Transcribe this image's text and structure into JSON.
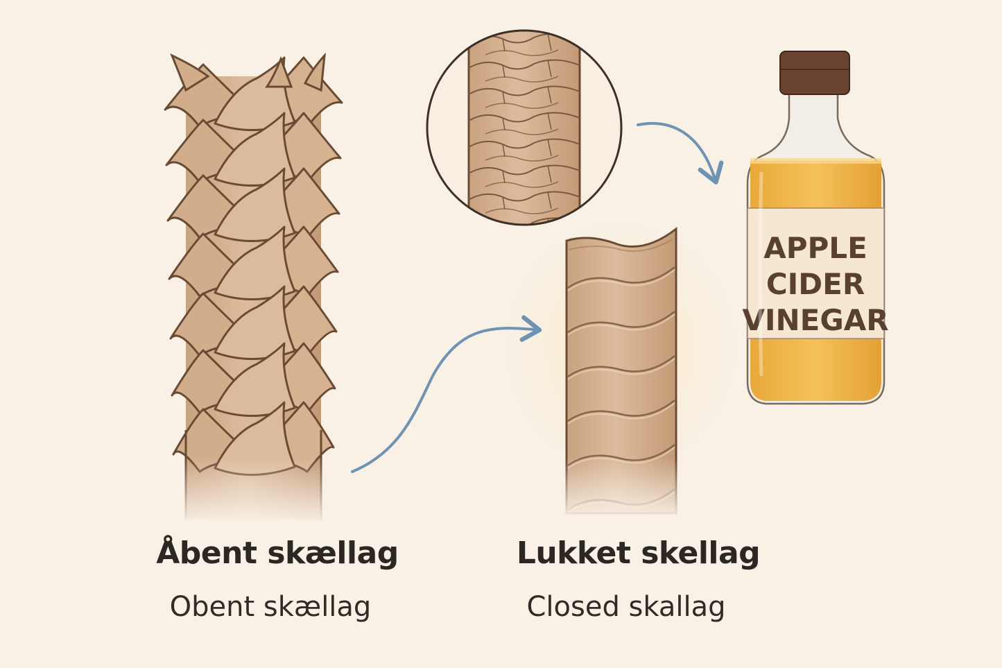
{
  "open_cuticle": {
    "title": "Åbent skællag",
    "subtitle": "Obent skællag"
  },
  "closed_cuticle": {
    "title": "Lukket skellag",
    "subtitle": "Closed skallag"
  },
  "bottle": {
    "label_lines": [
      "APPLE",
      "CIDER",
      "VINEGAR"
    ]
  },
  "colors": {
    "background": "#f9f0e6",
    "hair": "#d6b394",
    "hair_outline": "#6b4a34",
    "arrow": "#6f93b3",
    "liquid": "#f0b84a",
    "cap": "#6a4230",
    "label": "#f6e7d2"
  },
  "icons": [
    "open-hair-shaft-icon",
    "closed-hair-shaft-icon",
    "magnifier-circle-icon",
    "vinegar-bottle-icon",
    "arrow-icon"
  ]
}
